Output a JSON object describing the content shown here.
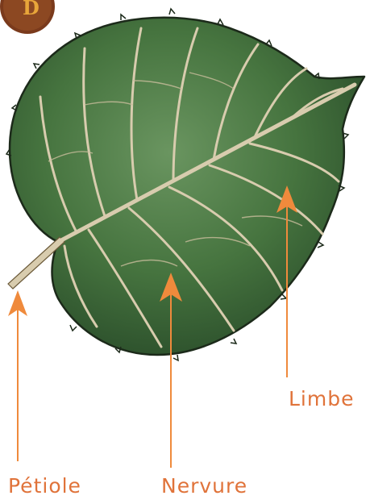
{
  "labels": {
    "petiole": "Pétiole",
    "nervure": "Nervure",
    "limbe": "Limbe"
  },
  "colors": {
    "label": "#e0733a",
    "arrow": "#ef8a3c",
    "leaf_dark": "#274a28",
    "leaf_mid": "#3f6b3c",
    "leaf_light": "#5f8c58",
    "vein": "#d8ccae",
    "outline": "#1c2a1a",
    "badge": "#7a3a1c",
    "badge_text": "#e8a63a"
  }
}
